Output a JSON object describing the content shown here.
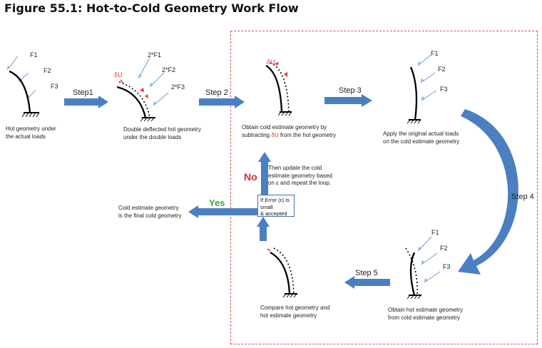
{
  "title": "Figure 55.1: Hot-to-Cold Geometry Work Flow",
  "loads": {
    "f1": "F1",
    "f2": "F2",
    "f3": "F3",
    "double_f1": "2*F1",
    "double_f2": "2*F2",
    "double_f3": "2*F3",
    "delta_u": "δU"
  },
  "steps": {
    "step1": "Step1",
    "step2": "Step 2",
    "step3": "Step 3",
    "step4": "Step 4",
    "step5": "Step 5"
  },
  "captions": {
    "hot": [
      "Hot geometry under",
      "the actual loads"
    ],
    "double": [
      "Double deflected hot geometry",
      "under the double loads"
    ],
    "obtain_cold_line1": "Obtain cold estimate geometry by",
    "obtain_cold_line2_pre": "subtracting ",
    "obtain_cold_line2_delta": "δU",
    "obtain_cold_line2_post": " from the hot geometry",
    "apply": [
      "Apply the original actual loads",
      "on the cold estimate geometry"
    ],
    "update": [
      "Then update the cold",
      "estimate geometry based",
      "on ε and repeat the loop."
    ],
    "final": [
      "Cold estimate geometry",
      "is the final cold geometry"
    ],
    "compare": [
      "Compare hot geometry and",
      "hot estimate geometry"
    ],
    "obtain_hot": [
      "Obtain hot estimate geometry",
      "from cold estimate geometry"
    ]
  },
  "decision": {
    "line1": "If Error (ε) is small",
    "line2": "& accepted",
    "yes": "Yes",
    "no": "No"
  },
  "colors": {
    "arrow_blue": "#4a7fc1",
    "load_blue": "#8db4e2",
    "dashed_border": "#d9534f",
    "no_red": "#d32f2f",
    "yes_green": "#3aa43a"
  }
}
